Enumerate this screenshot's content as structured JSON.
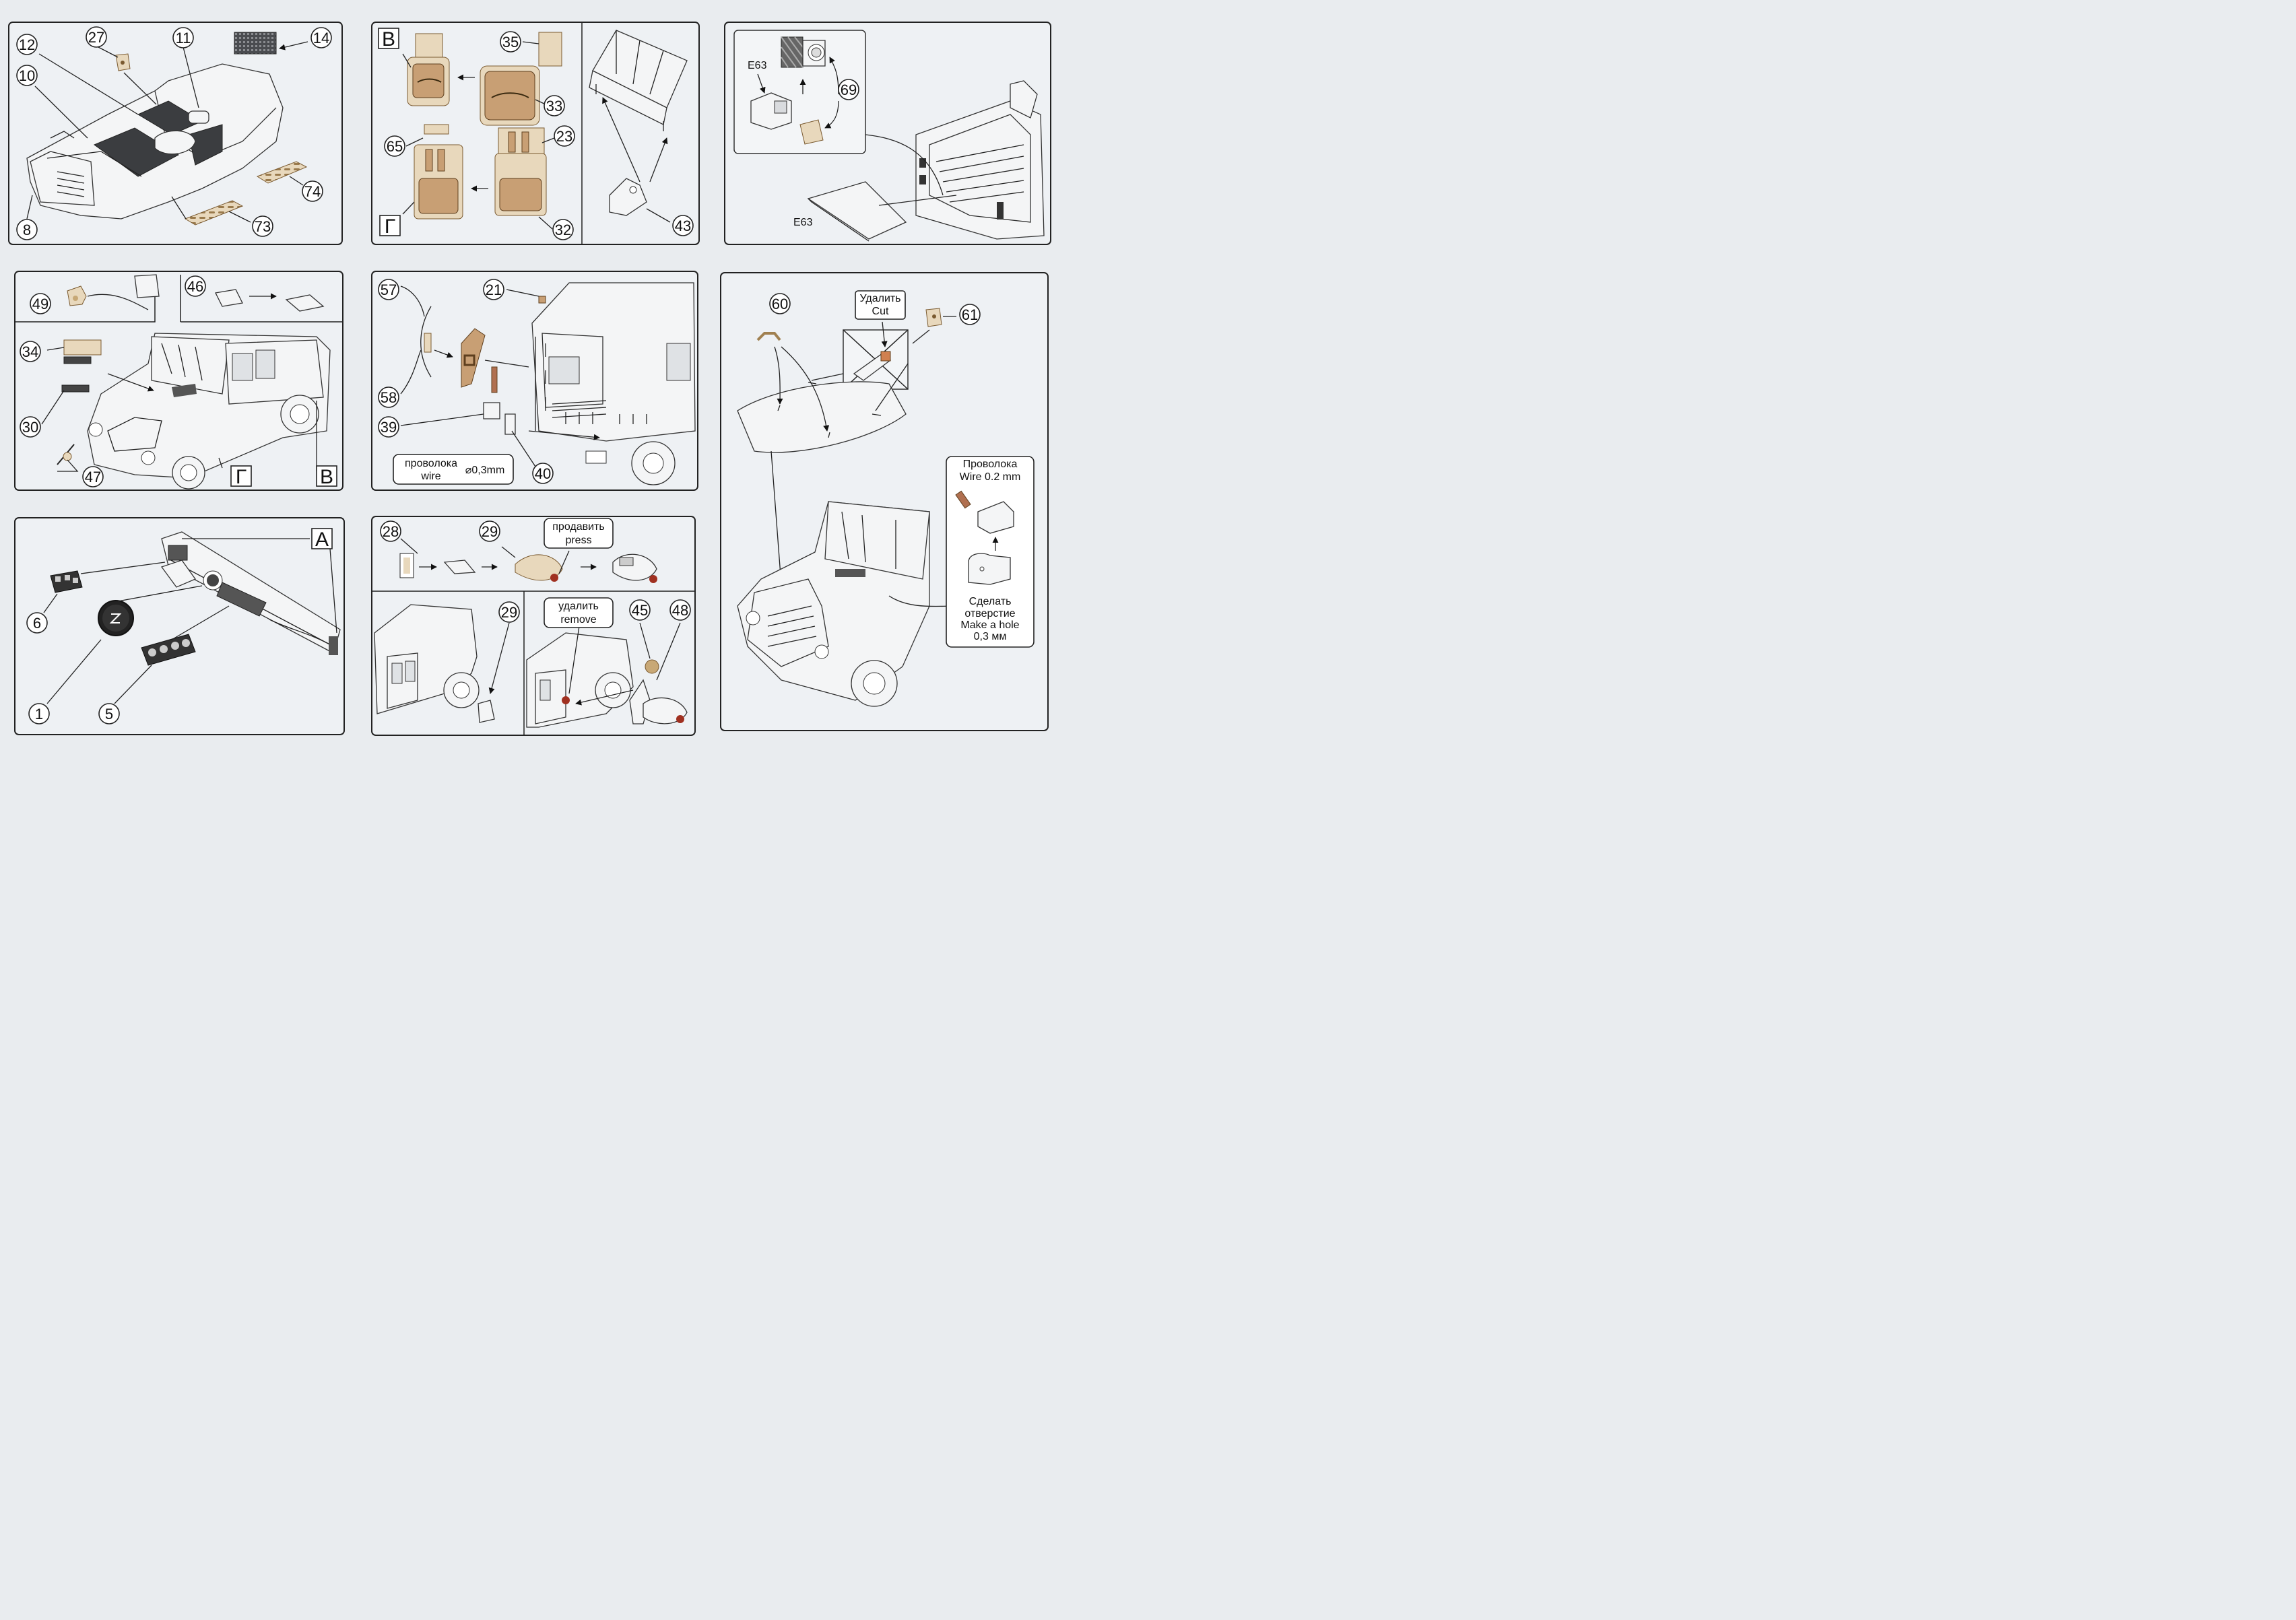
{
  "labels": {
    "p1": [
      "12",
      "27",
      "11",
      "14",
      "10",
      "74",
      "73",
      "8"
    ],
    "p2": [
      "35",
      "33",
      "65",
      "23",
      "32",
      "43"
    ],
    "p3": [
      "69"
    ],
    "p4": [
      "49",
      "46",
      "34",
      "30",
      "47"
    ],
    "p5": [
      "57",
      "21",
      "58",
      "39",
      "40"
    ],
    "p6": [
      "60",
      "61"
    ],
    "p7": [
      "6",
      "1",
      "5"
    ],
    "p8": [
      "28",
      "29",
      "29",
      "45",
      "48"
    ]
  },
  "letters": {
    "p2_top": "В",
    "p2_bottom": "Г",
    "p4_g": "Г",
    "p4_v": "В",
    "p7_a": "A"
  },
  "texts": {
    "e63_top": "E63",
    "e63_bottom": "E63",
    "wire_ru": "проволока",
    "wire_en": "wire",
    "wire_size": "⌀0,3mm",
    "cut_ru": "Удалить",
    "cut_en": "Cut",
    "wire2_ru": "Проволока",
    "wire2_en": "Wire 0.2 mm",
    "hole_ru_1": "Сделать",
    "hole_ru_2": "отверстие",
    "hole_en": "Make a hole",
    "hole_size": "0,3 мм",
    "press_ru": "продавить",
    "press_en": "press",
    "remove_ru": "удалить",
    "remove_en": "remove"
  }
}
